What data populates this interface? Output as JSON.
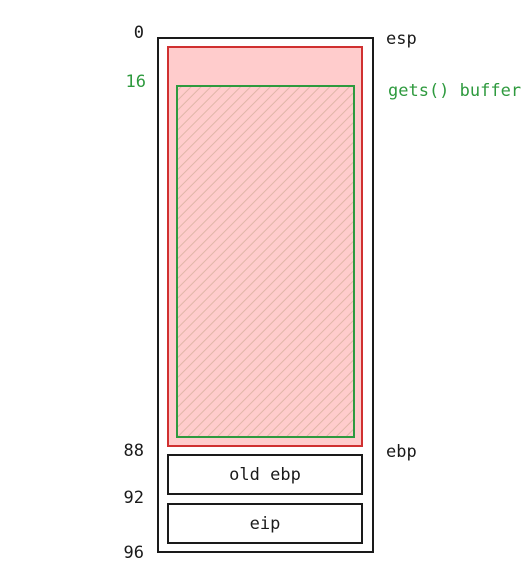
{
  "offsets": {
    "top": "0",
    "buffer_start": "16",
    "ebp_offset": "88",
    "eip_offset": "92",
    "bottom": "96"
  },
  "registers": {
    "esp": "esp",
    "ebp": "ebp"
  },
  "buffer_label": "gets() buffer",
  "slots": {
    "old_ebp": "old ebp",
    "eip": "eip"
  },
  "colors": {
    "frame": "#1a1a1a",
    "highlight_fill": "#ffcccc",
    "highlight_stroke": "#d03030",
    "buffer_stroke": "#2e9a3e",
    "buffer_label": "#2e9a3e"
  }
}
